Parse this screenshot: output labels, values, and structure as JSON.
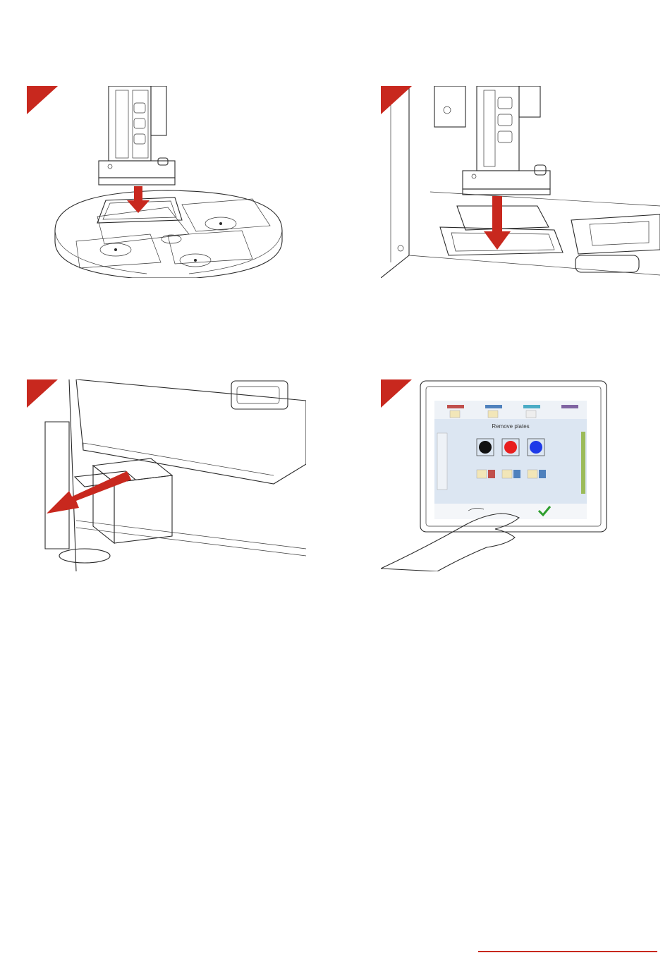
{
  "colors": {
    "accent": "#c8281e",
    "line": "#2a2a2a",
    "screen_bg": "#dce6f2"
  },
  "steps": [
    {
      "illustration": "gripper-placing-plate-on-turntable",
      "arrow": "down"
    },
    {
      "illustration": "gripper-lowering-plate-into-holder",
      "arrow": "down"
    },
    {
      "illustration": "drawer-pull-out",
      "arrow": "left"
    },
    {
      "illustration": "touchscreen-confirm",
      "arrow": "none"
    }
  ],
  "screen": {
    "title": "Remove plates",
    "tabs": [
      "",
      "",
      "",
      ""
    ],
    "confirm_icon": "check-icon"
  }
}
